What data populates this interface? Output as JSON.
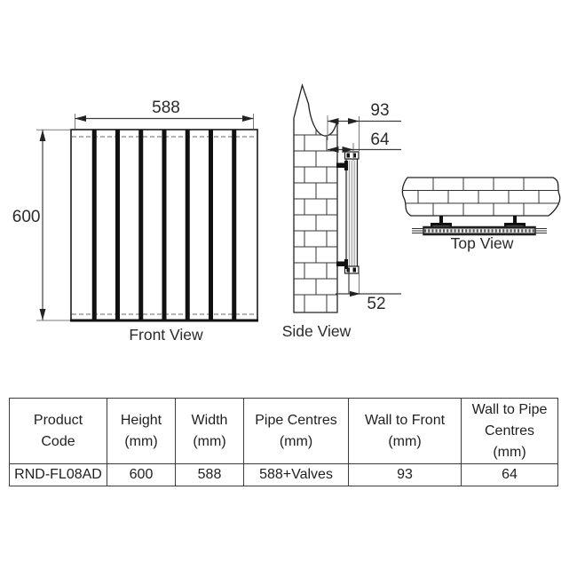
{
  "views": {
    "front": {
      "label": "Front View",
      "dim_width": "588",
      "dim_height": "600"
    },
    "side": {
      "label": "Side View",
      "dim_wall_to_front": "93",
      "dim_wall_to_pipe": "64",
      "dim_pipe_drop": "52"
    },
    "top": {
      "label": "Top View"
    }
  },
  "table": {
    "headers": [
      [
        "Product",
        "Code"
      ],
      [
        "Height",
        "(mm)"
      ],
      [
        "Width",
        "(mm)"
      ],
      [
        "Pipe Centres",
        "(mm)"
      ],
      [
        "Wall to Front",
        "(mm)"
      ],
      [
        "Wall to Pipe",
        "Centres",
        "(mm)"
      ]
    ],
    "row": [
      "RND-FL08AD",
      "600",
      "588",
      "588+Valves",
      "93",
      "64"
    ]
  },
  "colors": {
    "line": "#1a1a1a",
    "dim_line": "#3f3f3f",
    "brick_line": "#333333"
  }
}
